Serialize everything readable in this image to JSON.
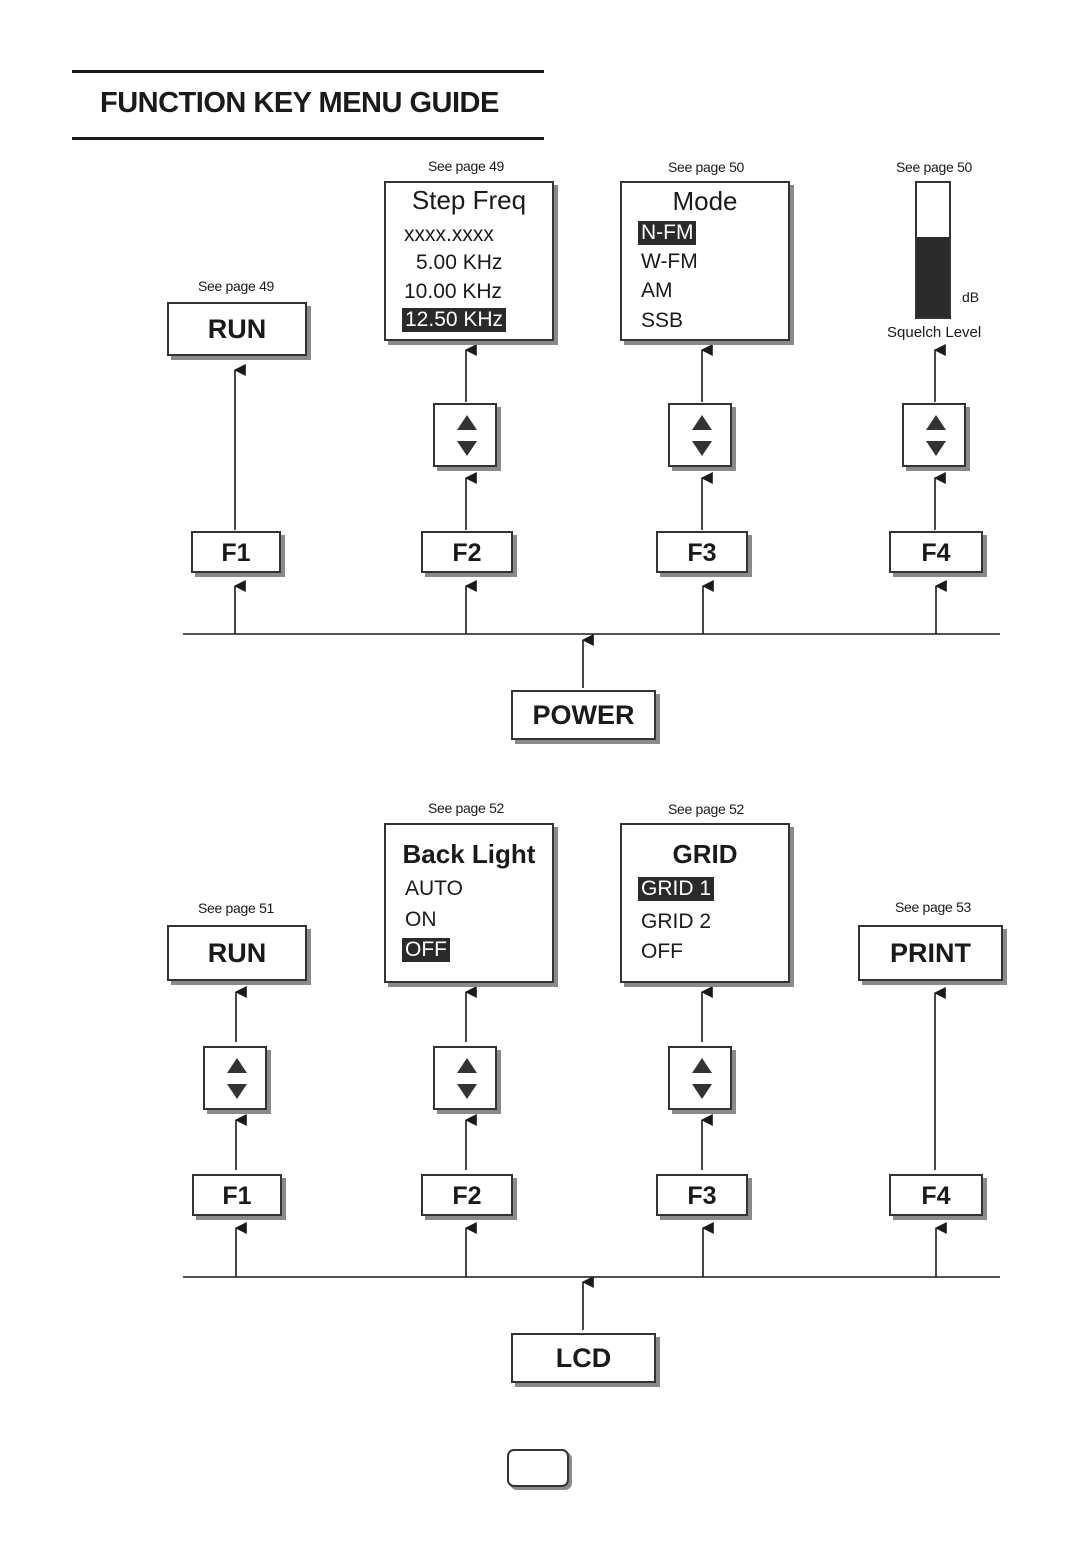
{
  "title": "FUNCTION KEY MENU GUIDE",
  "power_section": {
    "root_button": "POWER",
    "keys": [
      "F1",
      "F2",
      "F3",
      "F4"
    ],
    "f1": {
      "see": "See page 49",
      "label": "RUN"
    },
    "f2": {
      "see": "See page 49",
      "menu_title": "Step Freq",
      "items": [
        "xxxx.xxxx",
        "5.00 KHz",
        "10.00 KHz",
        "12.50 KHz"
      ],
      "selected": "12.50 KHz"
    },
    "f3": {
      "see": "See page 50",
      "menu_title": "Mode",
      "items": [
        "N-FM",
        "W-FM",
        "AM",
        "SSB"
      ],
      "selected": "N-FM"
    },
    "f4": {
      "see": "See page 50",
      "unit": "dB",
      "label": "Squelch Level",
      "level_fraction": 0.6
    }
  },
  "lcd_section": {
    "root_button": "LCD",
    "keys": [
      "F1",
      "F2",
      "F3",
      "F4"
    ],
    "f1": {
      "see": "See page 51",
      "label": "RUN"
    },
    "f2": {
      "see": "See page 52",
      "menu_title": "Back Light",
      "items": [
        "AUTO",
        "ON",
        "OFF"
      ],
      "selected": "OFF"
    },
    "f3": {
      "see": "See page 52",
      "menu_title": "GRID",
      "items": [
        "GRID 1",
        "GRID 2",
        "OFF"
      ],
      "selected": "GRID 1"
    },
    "f4": {
      "see": "See page 53",
      "label": "PRINT"
    }
  },
  "colors": {
    "ink": "#1a1a1a",
    "shadow": "#8a8a8a",
    "highlight": "#2a2a2a"
  }
}
